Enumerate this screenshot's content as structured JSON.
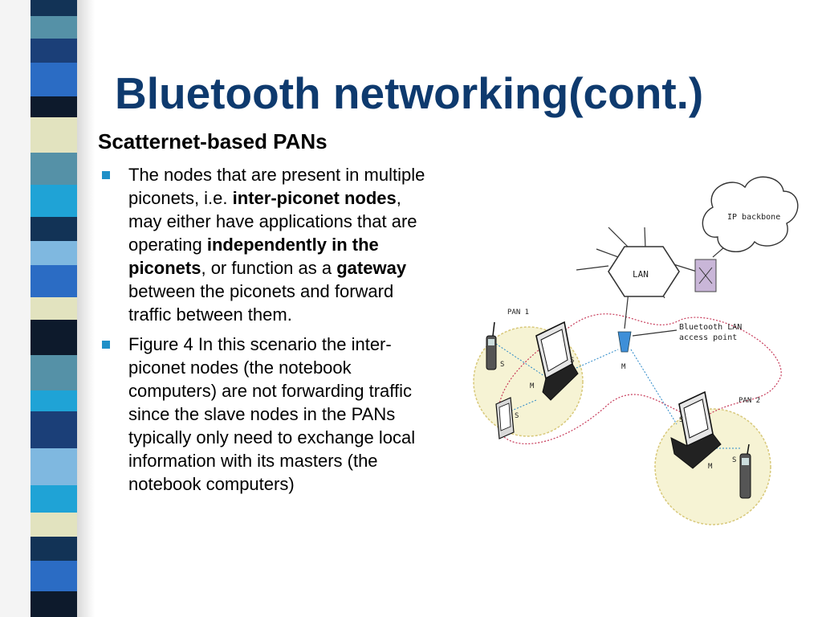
{
  "slide": {
    "title": "Bluetooth networking(cont.)",
    "subtitle": "Scatternet-based PANs",
    "bullet1": {
      "t1": "The nodes that are present in multiple piconets, i.e. ",
      "b1": "inter-piconet nodes",
      "t2": ", may either have applications that are operating ",
      "b2": "independently in the piconets",
      "t3": ", or function as a ",
      "b3": "gateway",
      "t4": " between the piconets and forward traffic between them."
    },
    "bullet2": "Figure 4 In this scenario the inter-piconet nodes (the notebook computers) are not forwarding traffic since the slave nodes in the PANs typically only need to exchange local information with its masters (the notebook computers)"
  },
  "figure": {
    "ip_backbone": "IP backbone",
    "lan": "LAN",
    "access_point_line1": "Bluetooth LAN",
    "access_point_line2": "access point",
    "pan1": "PAN 1",
    "pan2": "PAN 2",
    "node_s": "S",
    "node_m": "M"
  },
  "colors": {
    "title": "#0e3a6e",
    "bullet_marker": "#1e90c8",
    "stripe_palette": [
      "#1b3f78",
      "#2b6cc4",
      "#5591a7",
      "#1fa3d6",
      "#e2e3bf",
      "#0d1a2c",
      "#7fb8e0",
      "#123356"
    ]
  }
}
